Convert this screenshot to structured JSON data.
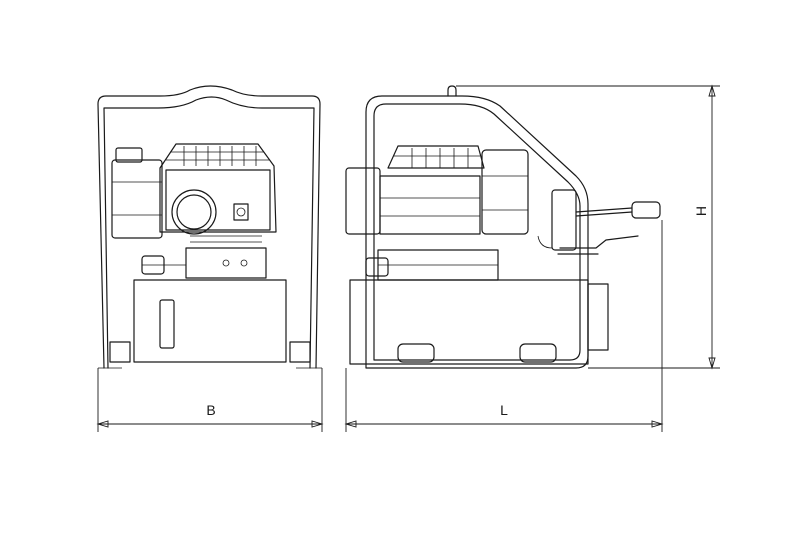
{
  "dimensions": {
    "width_label": "B",
    "length_label": "L",
    "height_label": "H"
  },
  "colors": {
    "line": "#1a1a1a",
    "background": "#ffffff"
  }
}
